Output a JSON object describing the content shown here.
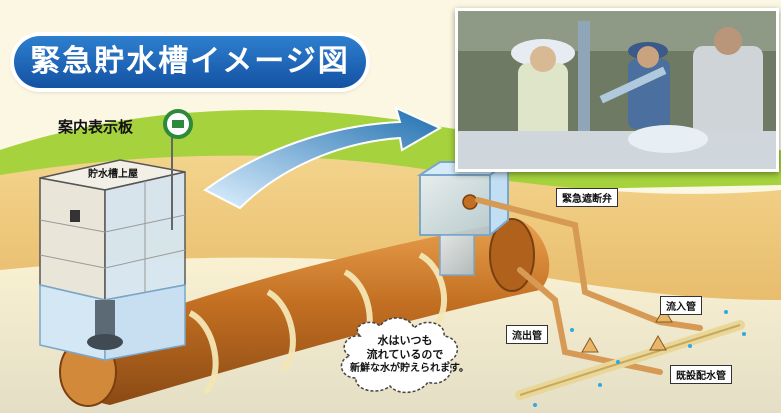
{
  "title": "緊急貯水槽イメージ図",
  "labels": {
    "guide_board": "案内表示板",
    "tank_top": "貯水槽上屋",
    "shutoff_valve": "緊急遮断弁",
    "inflow_pipe": "流入管",
    "outflow_pipe": "流出管",
    "existing_main": "既設配水管"
  },
  "note": {
    "line1": "水はいつも",
    "line2": "流れているので",
    "line3": "新鮮な水が貯えられます。"
  },
  "colors": {
    "title_bg": "#1a5fb4",
    "ground": "#e9c070",
    "grass": "#9fcf3a",
    "tank_pipe": "#c87a2a",
    "arrow": "#1f6fb0"
  }
}
